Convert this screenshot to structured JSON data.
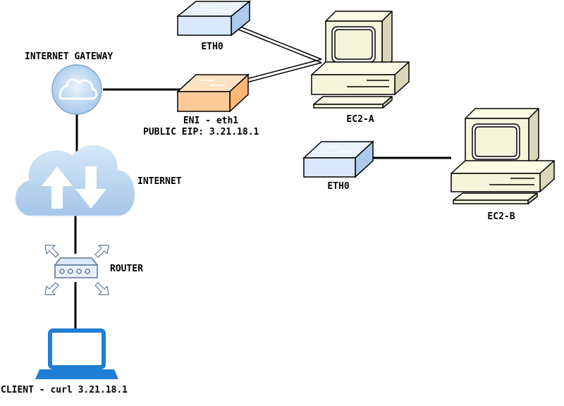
{
  "labels": {
    "internet_gateway": "INTERNET GATEWAY",
    "internet": "INTERNET",
    "router": "ROUTER",
    "client": "CLIENT - curl 3.21.18.1",
    "eth0_a": "ETH0",
    "eni_line1": "ENI - eth1",
    "eni_line2": "PUBLIC EIP: 3.21.18.1",
    "ec2_a": "EC2-A",
    "eth0_b": "ETH0",
    "ec2_b": "EC2-B"
  },
  "colors": {
    "switch_blue": "#dae8fc",
    "switch_orange": "#ffcc99",
    "computer_beige": "#f5f5dc",
    "cloud_blue": "#b9d4ee",
    "laptop_blue": "#1f7fd4",
    "line": "#000000"
  }
}
